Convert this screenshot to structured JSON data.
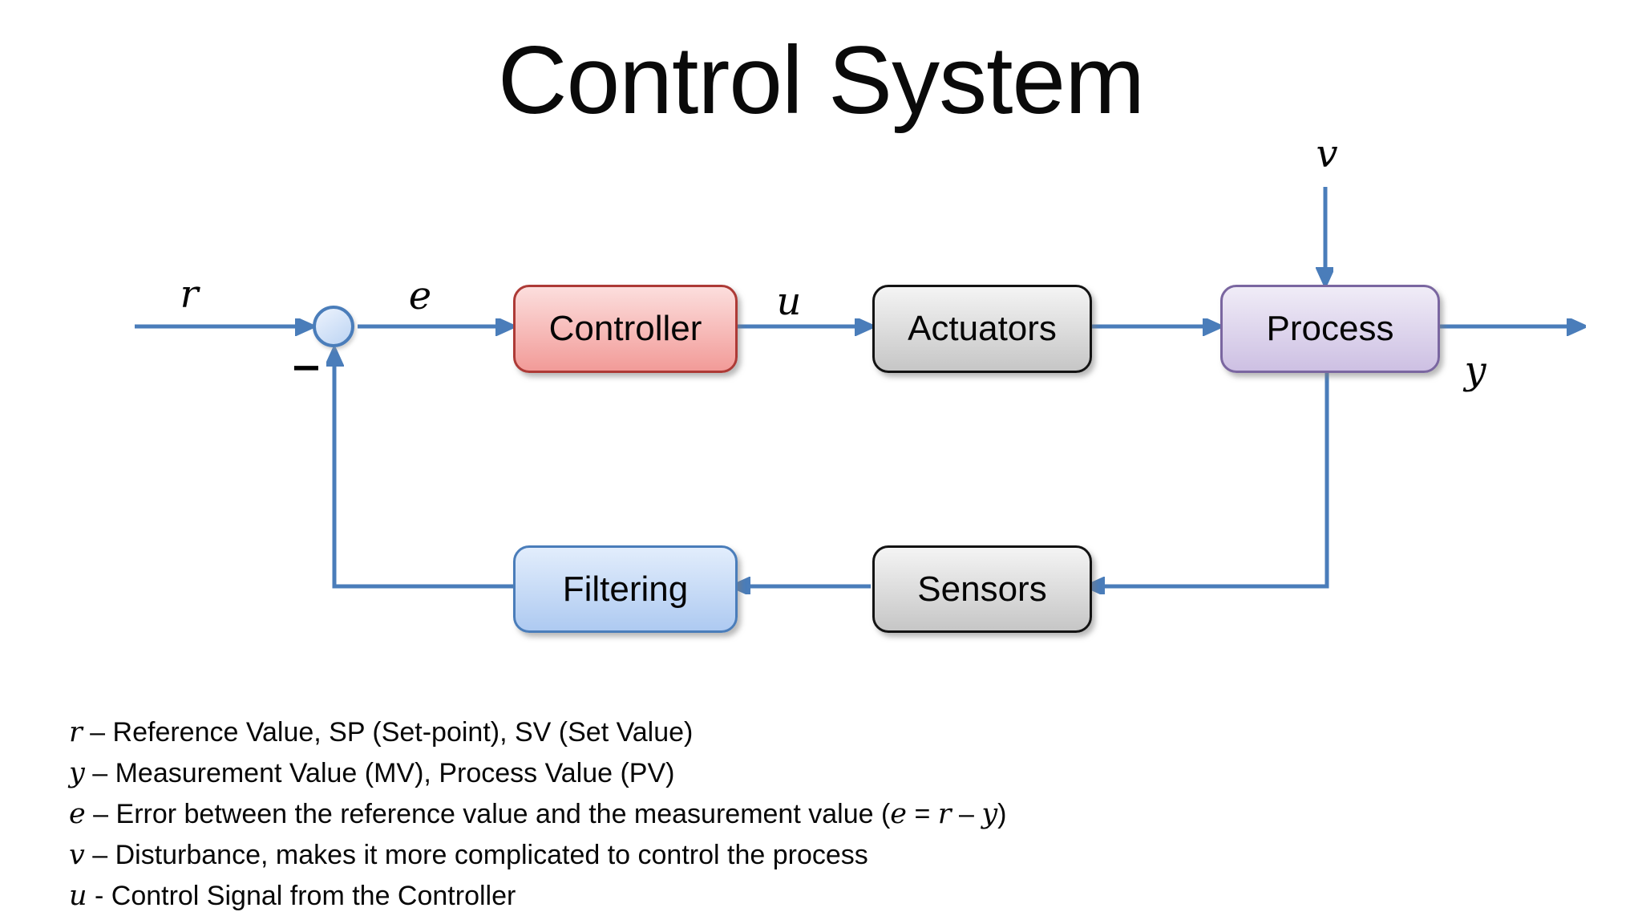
{
  "title": "Control System",
  "colors": {
    "ink": "#000000",
    "line": "#4a7dba",
    "controllerTop": "#fcdedd",
    "controllerBottom": "#f29b98",
    "controllerBorder": "#ad3a36",
    "grayTop": "#f4f4f4",
    "grayBottom": "#c6c6c6",
    "grayBorder": "#131313",
    "processTop": "#f0ecf7",
    "processBottom": "#cdc0e3",
    "processBorder": "#7a66a0",
    "blueTop": "#e2edfc",
    "blueBottom": "#aecaf1",
    "blueBorder": "#4a7dba",
    "sumTop": "#edf3fd",
    "sumBottom": "#bcd4f3"
  },
  "blocks": {
    "controller": {
      "label": "Controller"
    },
    "actuators": {
      "label": "Actuators"
    },
    "process": {
      "label": "Process"
    },
    "sensors": {
      "label": "Sensors"
    },
    "filtering": {
      "label": "Filtering"
    }
  },
  "signals": {
    "reference": "r",
    "error": "e",
    "control": "u",
    "disturbance": "v",
    "output": "y",
    "minus": "−"
  },
  "legend": {
    "lines": [
      [
        {
          "t": "r",
          "i": true
        },
        {
          "t": " – Reference Value, SP (Set-point), SV (Set Value)",
          "i": false
        }
      ],
      [
        {
          "t": "y",
          "i": true
        },
        {
          "t": " – Measurement Value (MV), Process Value (PV)",
          "i": false
        }
      ],
      [
        {
          "t": "e",
          "i": true
        },
        {
          "t": " – Error between the reference value and the measurement value (",
          "i": false
        },
        {
          "t": "e",
          "i": true
        },
        {
          "t": " = ",
          "i": false
        },
        {
          "t": "r",
          "i": true
        },
        {
          "t": " – ",
          "i": false
        },
        {
          "t": "y",
          "i": true
        },
        {
          "t": ")",
          "i": false
        }
      ],
      [
        {
          "t": "v",
          "i": true
        },
        {
          "t": " – Disturbance, makes it more complicated to control the process",
          "i": false
        }
      ],
      [
        {
          "t": "u",
          "i": true
        },
        {
          "t": " - Control Signal from the Controller",
          "i": false
        }
      ]
    ]
  }
}
